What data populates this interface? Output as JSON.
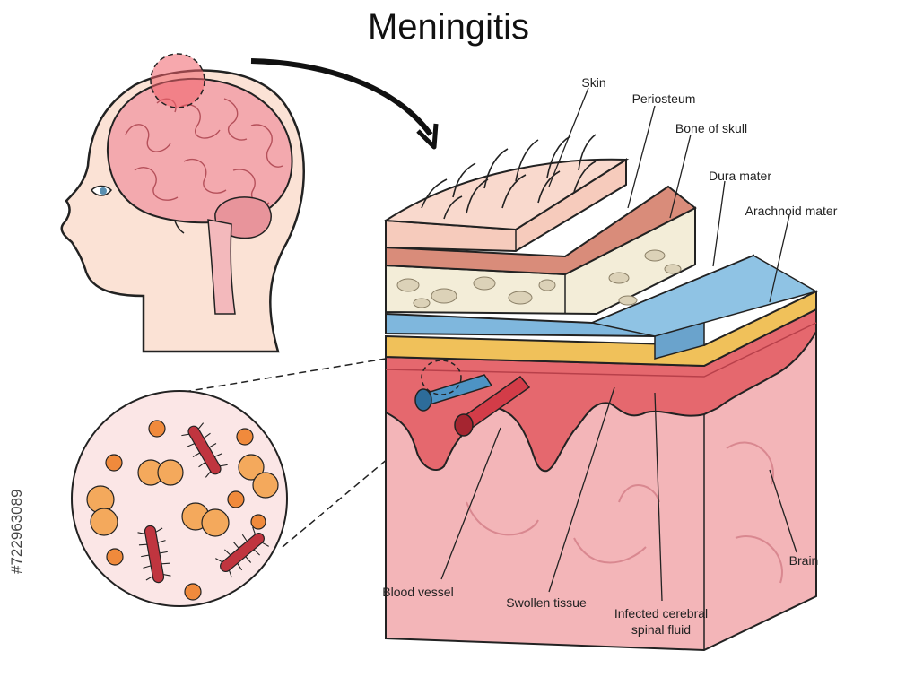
{
  "title": "Meningitis",
  "labels": {
    "skin": "Skin",
    "periosteum": "Periosteum",
    "bone": "Bone of skull",
    "dura": "Dura mater",
    "arachnoid": "Arachnoid mater",
    "brain": "Brain",
    "blood_vessel": "Blood vessel",
    "swollen": "Swollen tissue",
    "csf_line1": "Infected cerebral",
    "csf_line2": "spinal fluid"
  },
  "watermark_id": "#722963089",
  "colors": {
    "skin": "#f6cbbc",
    "periosteum": "#d98c7a",
    "bone": "#f3edd8",
    "dura": "#7fb7dd",
    "arachnoid": "#f0c15a",
    "swollen": "#e26d72",
    "brain": "#f3b5b8",
    "bacteria_rod": "#c0353f",
    "coccus": "#f2a045",
    "lesion": "#f05a62"
  }
}
